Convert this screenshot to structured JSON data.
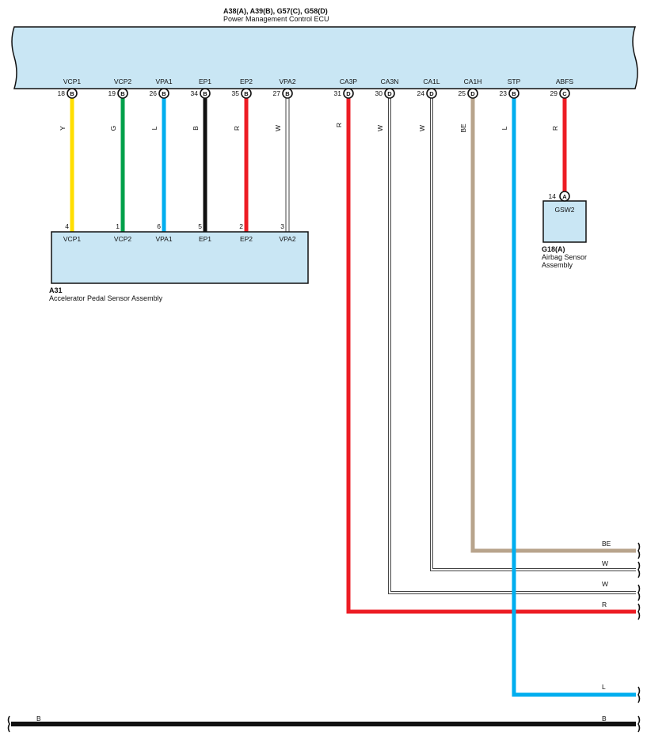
{
  "ecu": {
    "connectors_title": "A38(A), A39(B), G57(C), G58(D)",
    "name": "Power Management Control ECU",
    "pins": [
      {
        "signal": "VCP1",
        "pin": "18",
        "connector": "B"
      },
      {
        "signal": "VCP2",
        "pin": "19",
        "connector": "B"
      },
      {
        "signal": "VPA1",
        "pin": "26",
        "connector": "B"
      },
      {
        "signal": "EP1",
        "pin": "34",
        "connector": "B"
      },
      {
        "signal": "EP2",
        "pin": "35",
        "connector": "B"
      },
      {
        "signal": "VPA2",
        "pin": "27",
        "connector": "B"
      },
      {
        "signal": "CA3P",
        "pin": "31",
        "connector": "D"
      },
      {
        "signal": "CA3N",
        "pin": "30",
        "connector": "D"
      },
      {
        "signal": "CA1L",
        "pin": "24",
        "connector": "D"
      },
      {
        "signal": "CA1H",
        "pin": "25",
        "connector": "D"
      },
      {
        "signal": "STP",
        "pin": "23",
        "connector": "B"
      },
      {
        "signal": "ABFS",
        "pin": "29",
        "connector": "C"
      }
    ]
  },
  "wire_colors": [
    "Y",
    "G",
    "L",
    "B",
    "R",
    "W",
    "R",
    "W",
    "W",
    "BE",
    "L",
    "R"
  ],
  "pedal_sensor": {
    "id": "A31",
    "name": "Accelerator Pedal Sensor Assembly",
    "pins": [
      {
        "pin": "4",
        "signal": "VCP1"
      },
      {
        "pin": "1",
        "signal": "VCP2"
      },
      {
        "pin": "6",
        "signal": "VPA1"
      },
      {
        "pin": "5",
        "signal": "EP1"
      },
      {
        "pin": "2",
        "signal": "EP2"
      },
      {
        "pin": "3",
        "signal": "VPA2"
      }
    ]
  },
  "airbag_sensor": {
    "id": "G18(A)",
    "name_line1": "Airbag Sensor",
    "name_line2": "Assembly",
    "pin": "14",
    "connector": "A",
    "signal": "GSW2"
  },
  "continuation_labels": [
    "BE",
    "W",
    "W",
    "R",
    "L",
    "B",
    "B"
  ],
  "colors": {
    "Y": "#ffde00",
    "G": "#00a04a",
    "L": "#00aeef",
    "B": "#111111",
    "R": "#ed1c24",
    "W": "#ffffff",
    "BE": "#b8a48c",
    "component_fill": "#c9e6f4",
    "outline": "#111111"
  }
}
